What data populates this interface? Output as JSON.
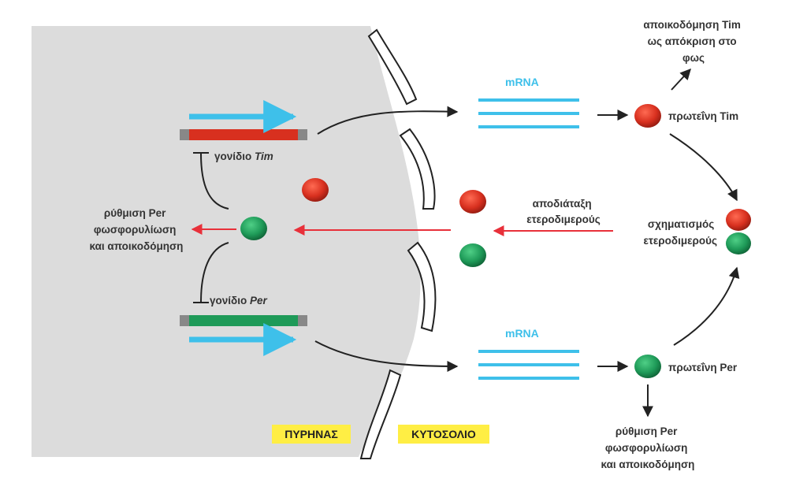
{
  "colors": {
    "nucleus_bg": "#dcdcdc",
    "mrna": "#3ec0ea",
    "tim": "#d8301f",
    "per": "#1e9a58",
    "arrow_red": "#e8303a",
    "arrow_black": "#222222",
    "region_label_bg": "#ffee44",
    "gene_end": "#888888"
  },
  "icons": [
    "arrow-right-icon",
    "inhibition-bar-icon",
    "protein-blob-icon"
  ],
  "labels": {
    "gene_tim_prefix": "γονίδιο",
    "gene_tim_name": "Tim",
    "gene_per_prefix": "γονίδιο",
    "gene_per_name": "Per",
    "per_regulation_left": [
      "ρύθμιση Per",
      "φωσφορυλίωση",
      "και αποικοδόμηση"
    ],
    "mrna_top": "mRNA",
    "mrna_bottom": "mRNA",
    "tim_degradation": [
      "αποικοδόμηση Tim",
      "ως απόκριση στο",
      "φως"
    ],
    "tim_protein": "πρωτεΐνη Tim",
    "per_protein": "πρωτεΐνη Per",
    "dissociation": [
      "αποδιάταξη",
      "ετεροδιμερούς"
    ],
    "formation": [
      "σχηματισμός",
      "ετεροδιμερούς"
    ],
    "per_regulation_bottom": [
      "ρύθμιση Per",
      "φωσφορυλίωση",
      "και αποικοδόμηση"
    ],
    "nucleus": "ΠΥΡΗΝΑΣ",
    "cytosol": "ΚΥΤΟΣΟΛΙΟ"
  }
}
